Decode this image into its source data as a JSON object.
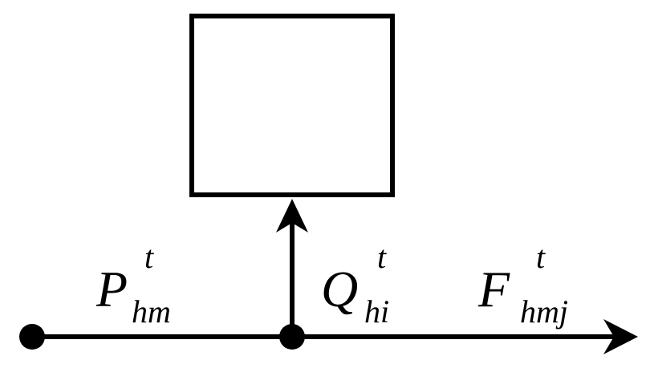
{
  "diagram": {
    "labels": {
      "p": {
        "main": "P",
        "sup": "t",
        "sub": "hm"
      },
      "q": {
        "main": "Q",
        "sup": "t",
        "sub": "hi"
      },
      "f": {
        "main": "F",
        "sup": "t",
        "sub": "hmj"
      }
    },
    "colors": {
      "stroke": "#000000",
      "background": "#ffffff"
    }
  }
}
